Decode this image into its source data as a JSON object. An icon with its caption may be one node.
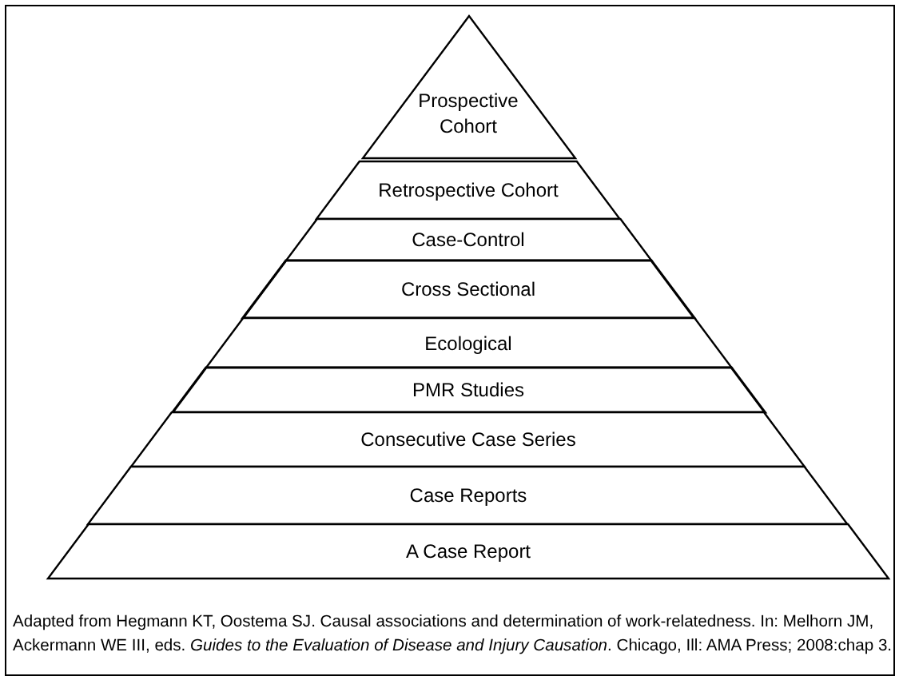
{
  "diagram": {
    "caption": "Adapted from Hegmann KT, Oostema SJ. Causal associations and determination of work-relatedness. In: Melhorn JM, Ackermann WE III, eds. *Guides to the Evaluation of Disease and Injury Causation*. Chicago, Ill: AMA Press; 2008:chap 3.",
    "nodes": [
      {
        "text": [
          "Prospective Cohort"
        ]
      },
      {
        "text": [
          "Retrospective Cohort"
        ]
      },
      {
        "text": [
          "Case-Control"
        ]
      },
      {
        "text": [
          "Cross Sectional"
        ]
      },
      {
        "text": [
          "Ecological"
        ]
      },
      {
        "text": [
          "PMR Studies"
        ]
      },
      {
        "text": [
          "Consecutive Case Series"
        ]
      },
      {
        "text": [
          "Case Reports"
        ]
      },
      {
        "text": [
          "A Case Report"
        ]
      }
    ]
  }
}
